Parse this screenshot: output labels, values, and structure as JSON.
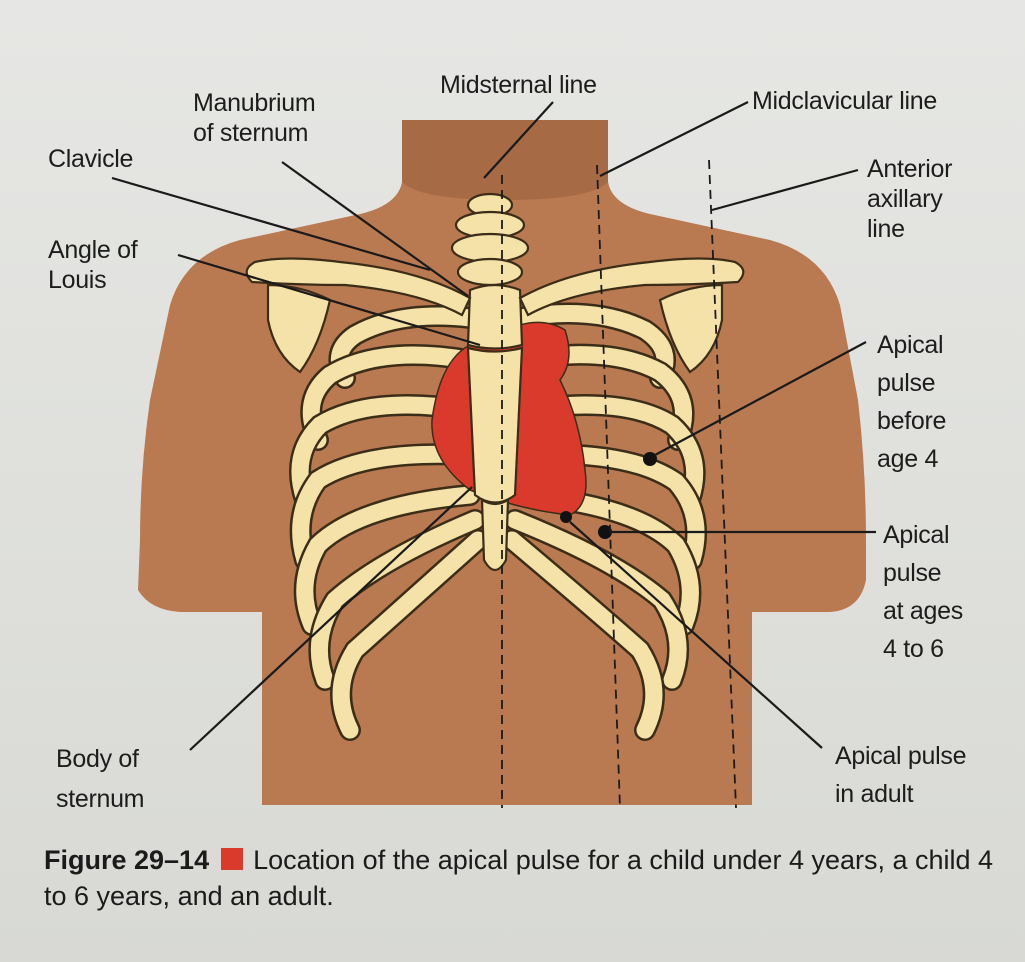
{
  "labels": {
    "midsternal_line": "Midsternal line",
    "manubrium": "Manubrium\nof sternum",
    "midclavicular_line": "Midclavicular line",
    "clavicle": "Clavicle",
    "anterior_axillary_line": "Anterior\naxillary\nline",
    "angle_of_louis": "Angle of\nLouis",
    "apical_before_4": "Apical\npulse\nbefore\nage 4",
    "apical_4_to_6": "Apical\npulse\nat ages\n4 to 6",
    "body_of_sternum": "Body of\nsternum",
    "apical_adult": "Apical pulse\nin adult"
  },
  "caption": {
    "figure_number": "Figure 29–14",
    "text": "Location of the apical pulse for a child under 4 years, a child 4 to 6 years, and an adult."
  },
  "colors": {
    "skin": "#b97a51",
    "bone": "#f4e2a8",
    "heart": "#d93a2b",
    "background": "#e2e3df"
  }
}
